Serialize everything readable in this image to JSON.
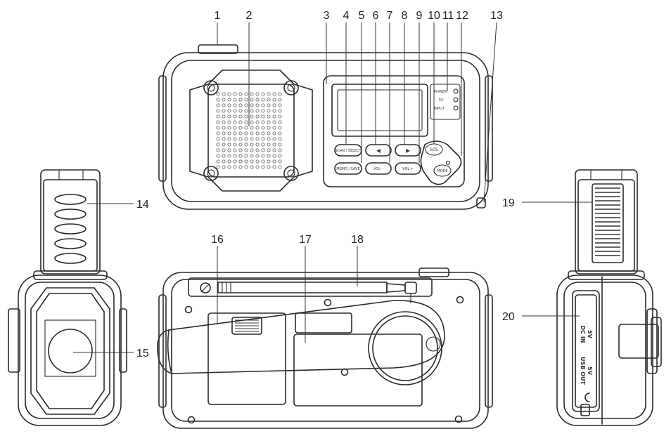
{
  "callouts": {
    "c1": "1",
    "c2": "2",
    "c3": "3",
    "c4": "4",
    "c5": "5",
    "c6": "6",
    "c7": "7",
    "c8": "8",
    "c9": "9",
    "c10": "10",
    "c11": "11",
    "c12": "12",
    "c13": "13",
    "c14": "14",
    "c15": "15",
    "c16": "16",
    "c17": "17",
    "c18": "18",
    "c19": "19",
    "c20": "20"
  },
  "buttons": {
    "scan_select": "SCAN / SELECT",
    "prev": "◀",
    "next": "▶",
    "sos": "SOS",
    "memo_save": "MEMO / SAVE",
    "vol_minus": "VOL –",
    "vol_plus": "VOL +",
    "mode": "MODE"
  },
  "indicators": [
    "POWER",
    "5V",
    "INPUT"
  ],
  "ports": {
    "dc_in": "DC IN",
    "dc_in_volt": "5V",
    "usb_out": "USB OUT",
    "usb_out_volt": "5V"
  },
  "colors": {
    "line": "#2a2a2a",
    "background": "#ffffff"
  }
}
